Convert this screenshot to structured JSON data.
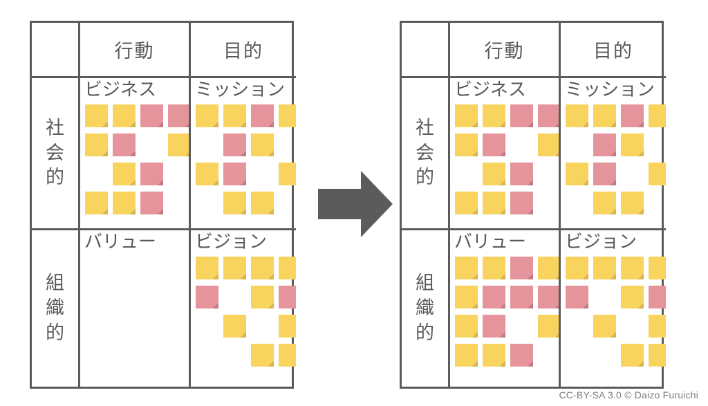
{
  "colors": {
    "note_yellow": "#f8d45e",
    "note_yellow_fold": "#d8b44a",
    "note_pink": "#e5949b",
    "note_pink_fold": "#c47880",
    "border": "#5b5b5b",
    "text": "#58595b",
    "arrow": "#5b5b5b",
    "credit": "#7b7b7b"
  },
  "credit": "CC-BY-SA 3.0 © Daizo Furuichi",
  "arrow_icon": "right-arrow-icon",
  "headers": {
    "corner": "",
    "columns": [
      "行動",
      "目的"
    ],
    "rows": [
      "社\n会\n的",
      "組\n織\n的"
    ]
  },
  "tables": [
    {
      "id": "before",
      "name": "matrix-before",
      "quadrants": [
        {
          "id": "business-before",
          "label": "ビジネス",
          "rows": 4,
          "cols": 4,
          "notes": [
            [
              "yellow",
              "yellow",
              "pink",
              "pink"
            ],
            [
              "yellow",
              "pink",
              "",
              "yellow"
            ],
            [
              "",
              "yellow",
              "pink",
              ""
            ],
            [
              "yellow",
              "yellow",
              "pink",
              ""
            ]
          ]
        },
        {
          "id": "mission-before",
          "label": "ミッション",
          "rows": 4,
          "cols": 4,
          "notes": [
            [
              "yellow",
              "yellow",
              "pink",
              "yellow"
            ],
            [
              "",
              "pink",
              "yellow",
              ""
            ],
            [
              "yellow",
              "pink",
              "",
              "yellow"
            ],
            [
              "",
              "yellow",
              "yellow",
              ""
            ]
          ]
        },
        {
          "id": "value-before",
          "label": "バリュー",
          "rows": 4,
          "cols": 4,
          "notes": [
            [
              "",
              "",
              "",
              ""
            ],
            [
              "",
              "",
              "",
              ""
            ],
            [
              "",
              "",
              "",
              ""
            ],
            [
              "",
              "",
              "",
              ""
            ]
          ]
        },
        {
          "id": "vision-before",
          "label": "ビジョン",
          "rows": 4,
          "cols": 4,
          "notes": [
            [
              "yellow",
              "yellow",
              "yellow",
              "yellow"
            ],
            [
              "pink",
              "",
              "yellow",
              "pink"
            ],
            [
              "",
              "yellow",
              "",
              "yellow"
            ],
            [
              "",
              "",
              "yellow",
              "yellow"
            ]
          ]
        }
      ]
    },
    {
      "id": "after",
      "name": "matrix-after",
      "quadrants": [
        {
          "id": "business-after",
          "label": "ビジネス",
          "rows": 4,
          "cols": 4,
          "notes": [
            [
              "yellow",
              "yellow",
              "pink",
              "pink"
            ],
            [
              "yellow",
              "pink",
              "",
              "yellow"
            ],
            [
              "",
              "yellow",
              "pink",
              ""
            ],
            [
              "yellow",
              "yellow",
              "pink",
              ""
            ]
          ]
        },
        {
          "id": "mission-after",
          "label": "ミッション",
          "rows": 4,
          "cols": 4,
          "notes": [
            [
              "yellow",
              "yellow",
              "pink",
              "yellow"
            ],
            [
              "",
              "pink",
              "yellow",
              ""
            ],
            [
              "yellow",
              "pink",
              "",
              "yellow"
            ],
            [
              "",
              "yellow",
              "yellow",
              ""
            ]
          ]
        },
        {
          "id": "value-after",
          "label": "バリュー",
          "rows": 4,
          "cols": 4,
          "notes": [
            [
              "yellow",
              "yellow",
              "pink",
              "yellow"
            ],
            [
              "yellow",
              "pink",
              "pink",
              "pink"
            ],
            [
              "yellow",
              "pink",
              "",
              "yellow"
            ],
            [
              "yellow",
              "yellow",
              "pink",
              ""
            ]
          ]
        },
        {
          "id": "vision-after",
          "label": "ビジョン",
          "rows": 4,
          "cols": 4,
          "notes": [
            [
              "yellow",
              "yellow",
              "yellow",
              "yellow"
            ],
            [
              "pink",
              "",
              "yellow",
              "pink"
            ],
            [
              "",
              "yellow",
              "",
              "yellow"
            ],
            [
              "",
              "",
              "yellow",
              "yellow"
            ]
          ]
        }
      ]
    }
  ]
}
